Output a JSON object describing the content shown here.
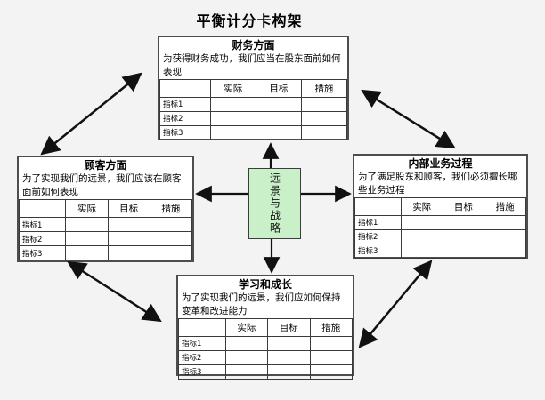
{
  "title": "平衡计分卡构架",
  "center": {
    "label": "远景与战略"
  },
  "table": {
    "headers": [
      "实际",
      "目标",
      "措施"
    ],
    "rows": [
      "指标1",
      "指标2",
      "指标3"
    ]
  },
  "panels": {
    "finance": {
      "title": "财务方面",
      "desc": "为获得财务成功，我们应当在股东面前如何表现"
    },
    "customer": {
      "title": "顾客方面",
      "desc": "为了实现我们的远景，我们应该在顾客面前如何表现"
    },
    "internal": {
      "title": "内部业务过程",
      "desc": "为了满足股东和顾客，我们必须擅长哪些业务过程"
    },
    "learning": {
      "title": "学习和成长",
      "desc": "为了实现我们的远景，我们应如何保持变革和改进能力"
    }
  },
  "colors": {
    "center_bg": "#c9f0c9",
    "arrow": "#111111",
    "panel_border": "#4d4d4d",
    "page_bg": "#f3f3f3"
  }
}
